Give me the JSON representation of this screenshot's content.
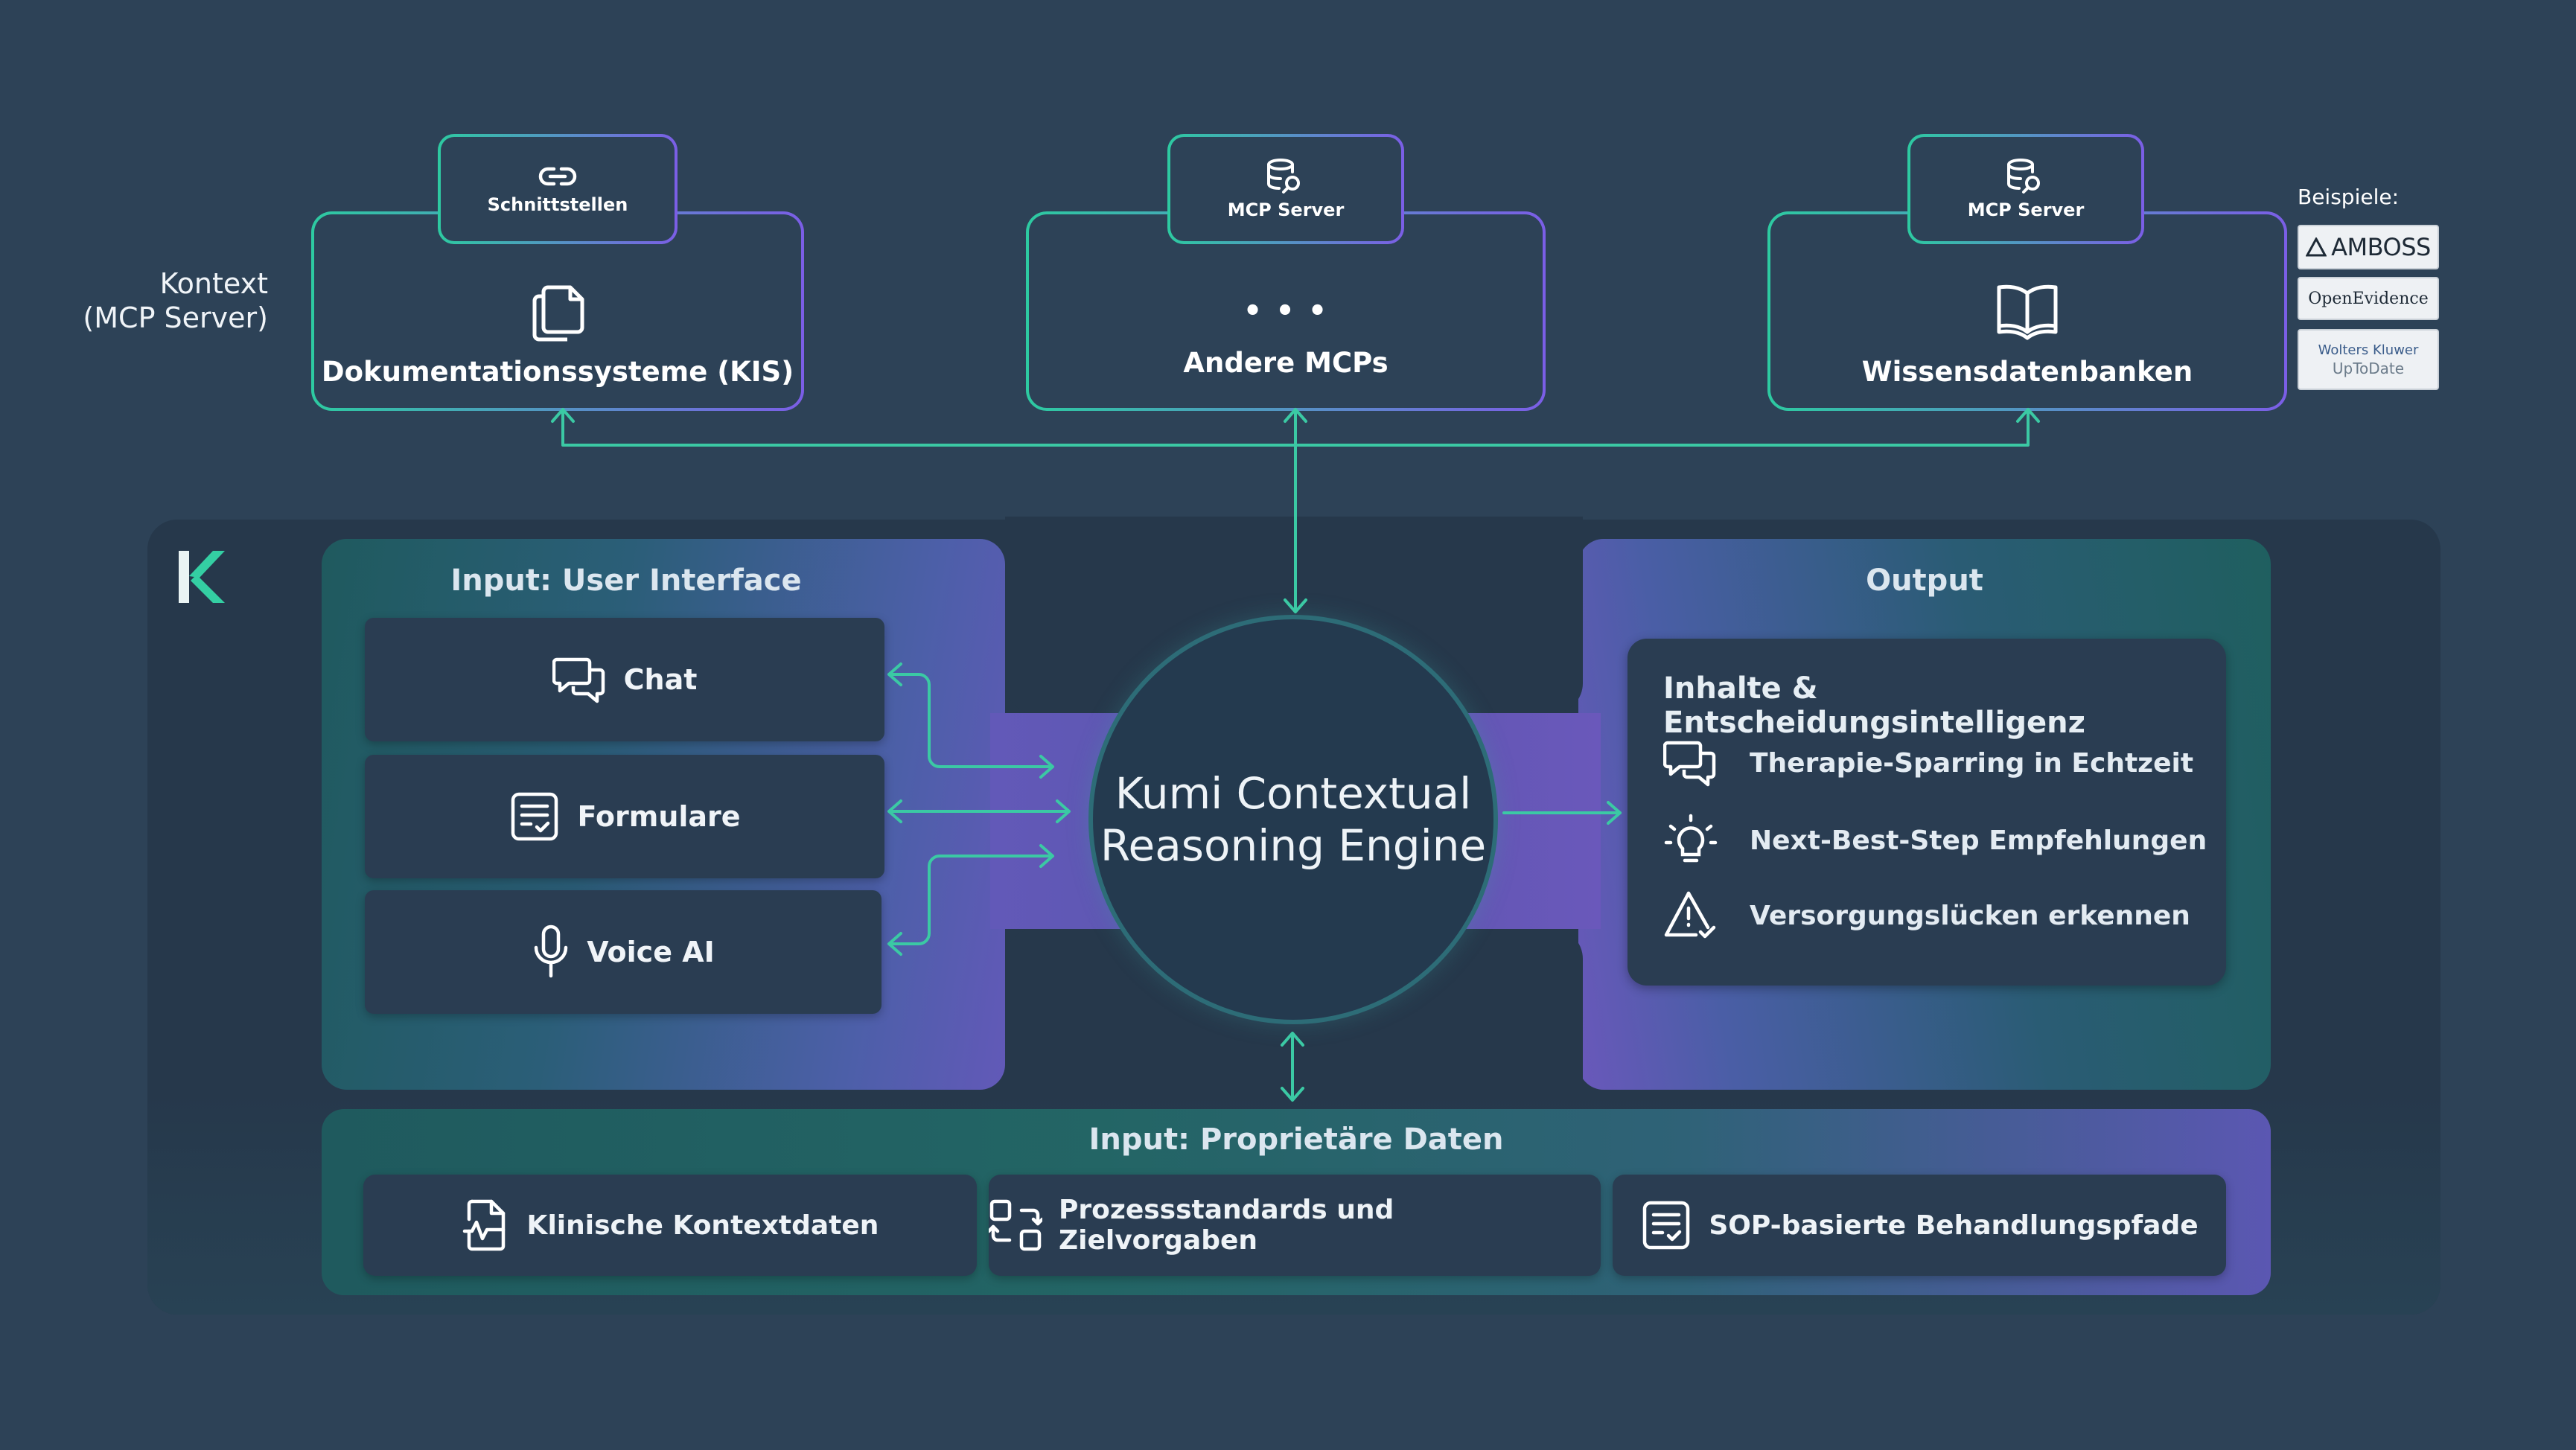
{
  "context": {
    "label_line1": "Kontext",
    "label_line2": "(MCP Server)",
    "boxes": [
      {
        "tab_label": "Schnittstellen",
        "tab_icon": "link-icon",
        "title": "Dokumentationssysteme (KIS)",
        "icon": "documents-icon"
      },
      {
        "tab_label": "MCP Server",
        "tab_icon": "database-search-icon",
        "title": "Andere MCPs",
        "icon": "ellipsis-icon",
        "icon_text": "• • •"
      },
      {
        "tab_label": "MCP Server",
        "tab_icon": "database-search-icon",
        "title": "Wissensdatenbanken",
        "icon": "book-icon"
      }
    ],
    "examples": {
      "label": "Beispiele:",
      "logos": [
        {
          "name": "amboss-logo",
          "text": "AMBOSS"
        },
        {
          "name": "openevidence-logo",
          "text": "OpenEvidence"
        },
        {
          "name": "uptodate-logo",
          "line1": "Wolters Kluwer",
          "line2": "UpToDate"
        }
      ]
    }
  },
  "input_ui": {
    "title": "Input: User Interface",
    "items": [
      {
        "label": "Chat",
        "icon": "chat-icon"
      },
      {
        "label": "Formulare",
        "icon": "form-icon"
      },
      {
        "label": "Voice AI",
        "icon": "microphone-icon"
      }
    ]
  },
  "engine": {
    "line1": "Kumi Contextual",
    "line2": "Reasoning Engine"
  },
  "output": {
    "title": "Output",
    "heading": "Inhalte & Entscheidungsintelligenz",
    "items": [
      {
        "label": "Therapie-Sparring in Echtzeit",
        "icon": "chat-icon"
      },
      {
        "label": "Next-Best-Step Empfehlungen",
        "icon": "lightbulb-icon"
      },
      {
        "label": "Versorgungslücken erkennen",
        "icon": "warning-check-icon"
      }
    ]
  },
  "input_data": {
    "title": "Input: Proprietäre Daten",
    "items": [
      {
        "label": "Klinische Kontextdaten",
        "icon": "file-pulse-icon"
      },
      {
        "label": "Prozessstandards und Zielvorgaben",
        "icon": "workflow-icon"
      },
      {
        "label": "SOP-basierte Behandlungspfade",
        "icon": "checklist-icon"
      }
    ]
  },
  "colors": {
    "background": "#2d4257",
    "panel": "#26384b",
    "card": "#2a3d52",
    "teal": "#34cfa3",
    "purple": "#7a5fe0",
    "connector": "#3bc9a4"
  }
}
